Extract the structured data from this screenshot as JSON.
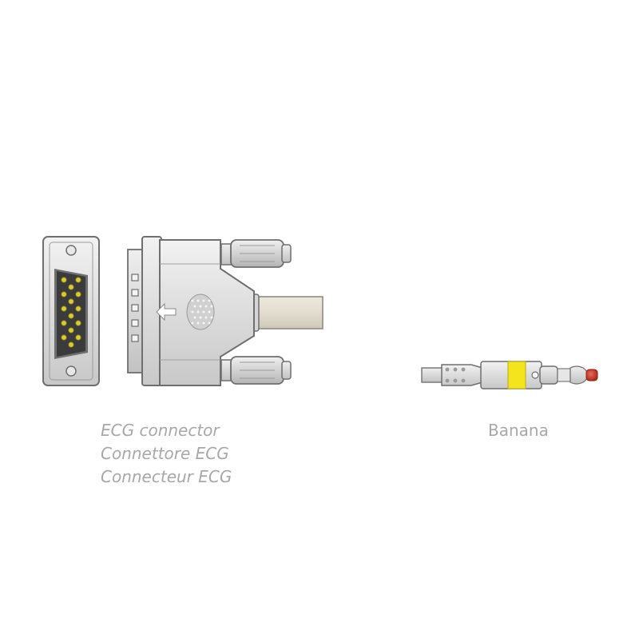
{
  "captions": {
    "ecg_connector": [
      "ECG connector",
      "Connettore ECG",
      "Connecteur ECG"
    ],
    "banana": "Banana"
  },
  "colors": {
    "plastic": "#dedede",
    "plastic_dark": "#b8b8b8",
    "outline": "#6f6f6f",
    "cable": "#e3ddd0",
    "pin": "#d9cc2c",
    "pin_field": "#3b3b3b",
    "banana_ring": "#f4e41e",
    "banana_tip": "#c63322",
    "caption_text": "#a8a8a8"
  }
}
